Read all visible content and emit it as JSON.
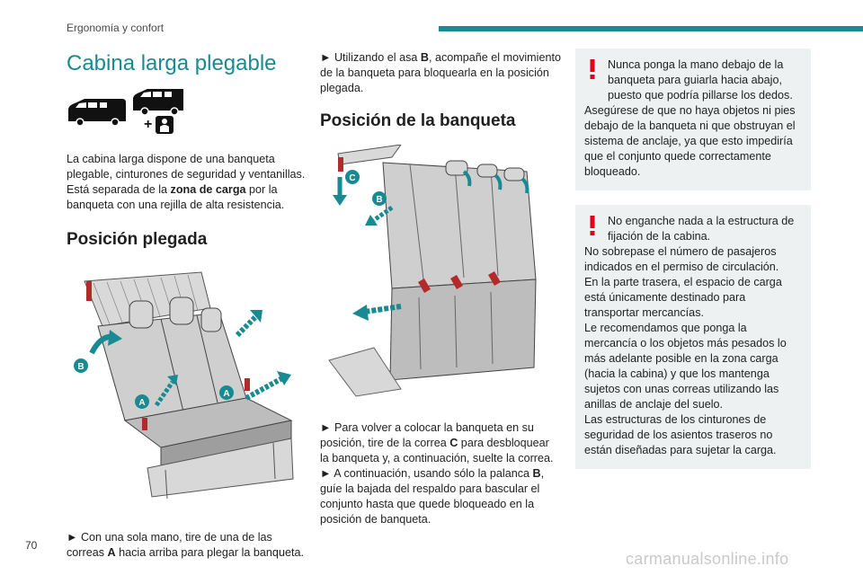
{
  "header": {
    "section": "Ergonomía y confort",
    "accent_color": "#1a8a92"
  },
  "page_number": "70",
  "watermark": "carmanualsonline.info",
  "col1": {
    "title": "Cabina larga plegable",
    "intro_1": "La cabina larga dispone de una banqueta plegable, cinturones de seguridad y ventanillas. Está separada de la ",
    "intro_bold": "zona de carga",
    "intro_2": " por la banqueta con una rejilla de alta resistencia.",
    "subtitle": "Posición plegada",
    "step_1": "► Con una sola mano, tire de una de las correas ",
    "step_1_bold": "A",
    "step_1_end": " hacia arriba para plegar la banqueta.",
    "figure_labels": {
      "a1": "A",
      "a2": "A",
      "b": "B"
    }
  },
  "col2": {
    "step_2": "► Utilizando el asa ",
    "step_2_bold": "B",
    "step_2_end": ", acompañe el movimiento de la banqueta para bloquearla en la posición plegada.",
    "subtitle": "Posición de la banqueta",
    "step_3": "► Para volver a colocar la banqueta en su posición, tire de la correa ",
    "step_3_bold": "C",
    "step_3_end": " para desbloquear la banqueta y, a continuación, suelte la correa.",
    "step_4": "► A continuación, usando sólo la palanca ",
    "step_4_bold": "B",
    "step_4_end": ", guíe la bajada del respaldo para bascular el conjunto hasta que quede bloqueado en la posición de banqueta.",
    "figure_labels": {
      "b": "B",
      "c": "C"
    }
  },
  "col3": {
    "warning_1_first": "Nunca ponga la mano debajo de la banqueta para guiarla hacia abajo, puesto que podría pillarse los dedos.",
    "warning_1_rest": "Asegúrese de que no haya objetos ni pies debajo de la banqueta ni que obstruyan el sistema de anclaje, ya que esto impediría que el conjunto quede correctamente bloqueado.",
    "warning_2_first": "No enganche nada a la estructura de fijación de la cabina.",
    "warning_2_lines": [
      "No sobrepase el número de pasajeros indicados en el permiso de circulación.",
      "En la parte trasera, el espacio de carga está únicamente destinado para transportar mercancías.",
      "Le recomendamos que ponga la mercancía o los objetos más pesados lo más adelante posible en la zona carga (hacia la cabina) y que los mantenga sujetos con unas correas utilizando las anillas de anclaje del suelo.",
      "Las estructuras de los cinturones de seguridad de los asientos traseros no están diseñadas para sujetar la carga."
    ],
    "warning_color": "#e3001b"
  }
}
